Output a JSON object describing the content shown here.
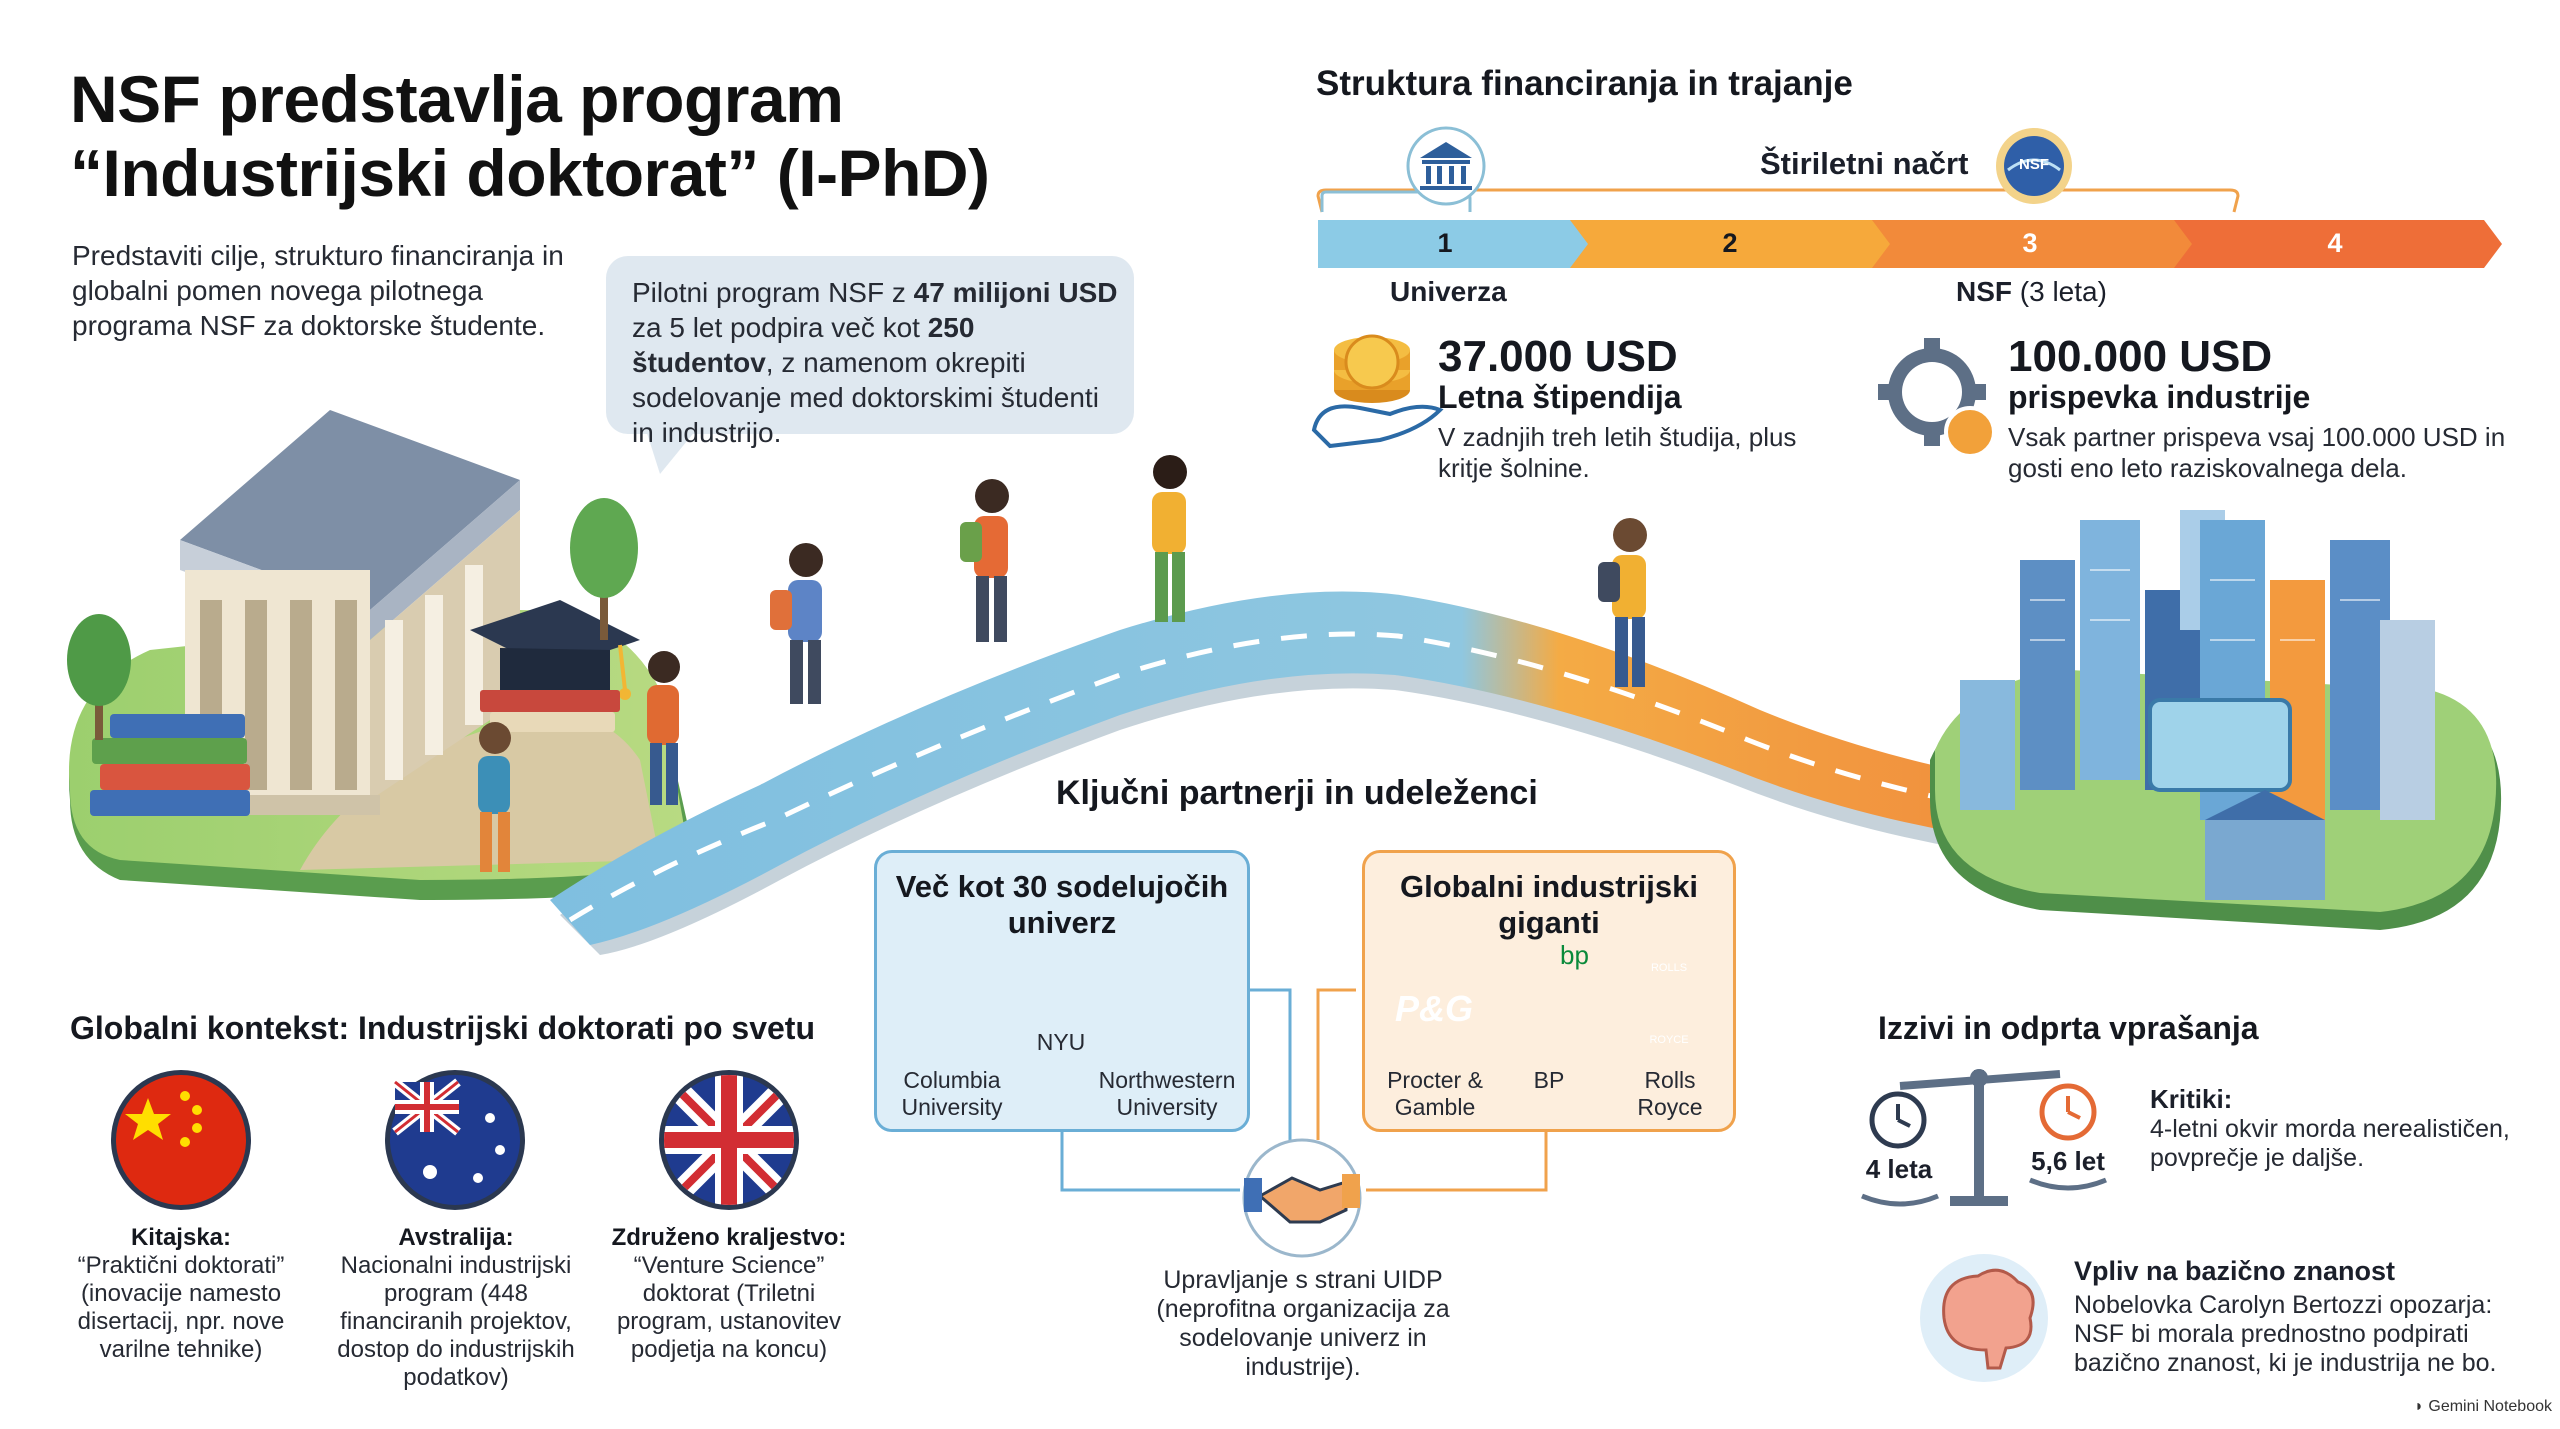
{
  "header": {
    "title_line1": "NSF predstavlja program",
    "title_line2": "“Industrijski doktorat” (I-PhD)",
    "intro": "Predstaviti cilje, strukturo financiranja in globalni pomen novega pilotnega programa NSF za doktorske študente."
  },
  "bubble": {
    "t1": "Pilotni program NSF z ",
    "b1": "47 milijoni USD",
    "t2": " za 5 let podpira več kot ",
    "b2": "250 študentov",
    "t3": ", z namenom okrepiti sodelovanje med doktorskimi študenti in industrijo."
  },
  "funding": {
    "title": "Struktura financiranja in trajanje",
    "plan_label": "Štiriletni načrt",
    "nsf_seal": "NSF",
    "years": [
      "1",
      "2",
      "3",
      "4"
    ],
    "university_label": "Univerza",
    "nsf_label_bold": "NSF",
    "nsf_label_rest": " (3 leta)",
    "stipend": {
      "amount": "37.000 USD",
      "label": "Letna štipendija",
      "desc": "V zadnjih treh letih študija, plus kritje šolnine."
    },
    "industry": {
      "amount": "100.000 USD",
      "label": "prispevka industrije",
      "desc": "Vsak partner prispeva vsaj 100.000 USD in gosti eno leto raziskovalnega dela."
    }
  },
  "partners": {
    "title": "Ključni partnerji in udeleženci",
    "universities": {
      "title": "Več kot 30 sodelujočih univerz",
      "items": [
        "Columbia University",
        "NYU",
        "Northwestern University"
      ]
    },
    "industry": {
      "title": "Globalni industrijski giganti",
      "items": [
        "Procter & Gamble",
        "BP",
        "Rolls Royce"
      ],
      "pg_logo": "P&G",
      "bp_logo": "bp",
      "rr_logo_top": "ROLLS",
      "rr_logo_bottom": "ROYCE"
    },
    "management": "Upravljanje s strani UIDP (neprofitna organizacija za sodelovanje univerz in industrije)."
  },
  "global": {
    "title": "Globalni kontekst: Industrijski doktorati po svetu",
    "countries": [
      {
        "name": "Kitajska:",
        "desc": "“Praktični doktorati” (inovacije namesto disertacij, npr. nove varilne tehnike)"
      },
      {
        "name": "Avstralija:",
        "desc": "Nacionalni industrijski program (448 financiranih projektov, dostop do industrijskih podatkov)"
      },
      {
        "name": "Združeno kraljestvo:",
        "desc": "“Venture Science” doktorat (Triletni program, ustanovitev podjetja na koncu)"
      }
    ]
  },
  "challenges": {
    "title": "Izzivi in odprta vprašanja",
    "left_clock": "4 leta",
    "right_clock": "5,6 let",
    "critics_title": "Kritiki:",
    "critics_desc": "4-letni okvir morda nerealističen, povprečje je daljše.",
    "basic_title": "Vpliv na bazično znanost",
    "basic_desc": "Nobelovka Carolyn Bertozzi opozarja: NSF bi morala prednostno podpirati bazično znanost, ki je industrija ne bo."
  },
  "footer": {
    "brand": "Gemini Notebook"
  },
  "colors": {
    "blue": "#8ccbe6",
    "orange_light": "#f6a93b",
    "orange": "#f28a3a",
    "orange_dark": "#ee6e38",
    "uni_box_bg": "#deeef8",
    "uni_box_border": "#6aaed6",
    "ind_box_bg": "#fdeedd",
    "ind_box_border": "#f0a24c"
  }
}
